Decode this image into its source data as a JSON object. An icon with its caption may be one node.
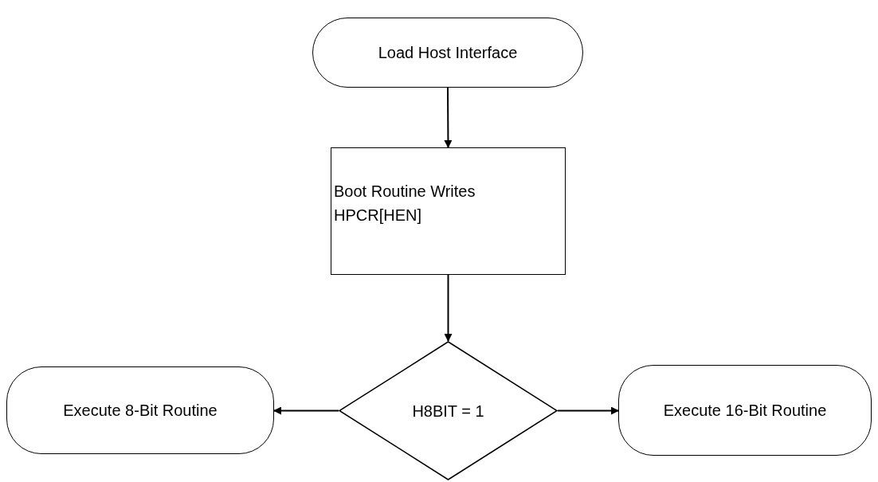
{
  "diagram": {
    "nodes": [
      {
        "text": [
          "Load Host Interface"
        ]
      },
      {
        "text": [
          "Boot Routine Writes HPCR[HEN]"
        ]
      },
      {
        "text": [
          "H8BIT = 1"
        ]
      },
      {
        "text": [
          "Execute 8-Bit Routine"
        ]
      },
      {
        "text": [
          "Execute 16-Bit Routine"
        ]
      }
    ],
    "edges": [
      {
        "from": 0,
        "to": 1,
        "arrow": "to"
      },
      {
        "from": 1,
        "to": 2,
        "arrow": "to"
      },
      {
        "from": 2,
        "to": 3,
        "arrow": "to"
      },
      {
        "from": 2,
        "to": 4,
        "arrow": "to"
      }
    ]
  }
}
